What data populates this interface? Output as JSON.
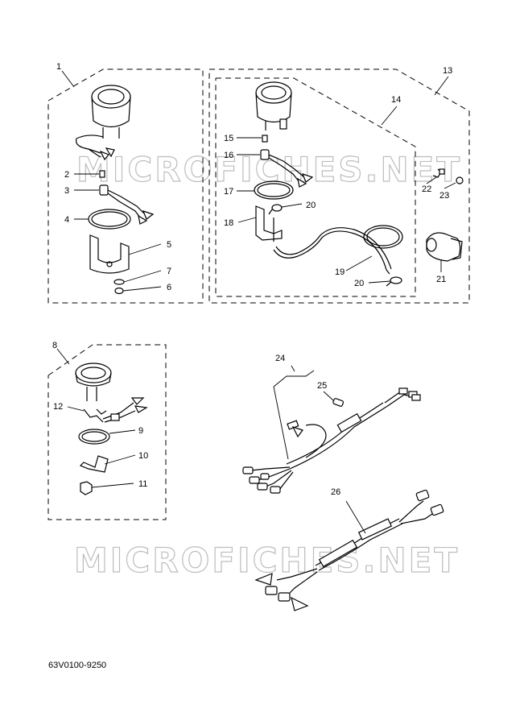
{
  "watermark": "MICROFICHES.NET",
  "diagram_code": "63V0100-9250",
  "groups": [
    {
      "label": "1",
      "name": "group-1"
    },
    {
      "label": "13",
      "name": "group-13"
    },
    {
      "label": "14",
      "name": "group-14"
    },
    {
      "label": "8",
      "name": "group-8"
    }
  ],
  "callouts": [
    "2",
    "3",
    "4",
    "5",
    "7",
    "6",
    "15",
    "16",
    "17",
    "18",
    "20",
    "19",
    "20",
    "22",
    "23",
    "21",
    "12",
    "9",
    "10",
    "11",
    "24",
    "25",
    "26"
  ]
}
